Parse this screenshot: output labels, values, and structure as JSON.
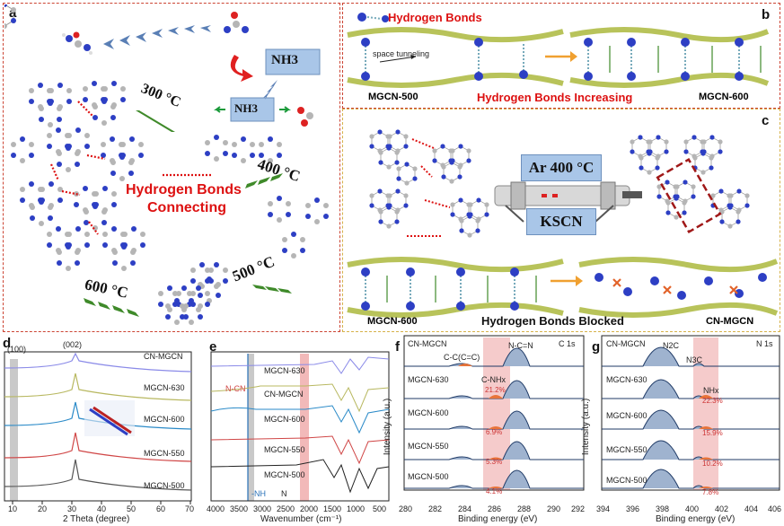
{
  "panels": {
    "a": {
      "letter": "a",
      "nh3_top": "NH3",
      "nh3_mid": "NH3",
      "t300": "300 °C",
      "t400": "400 °C",
      "t500": "500 °C",
      "t600": "600 °C",
      "hb_line1": "Hydrogen Bonds",
      "hb_line2": "Connecting"
    },
    "b": {
      "letter": "b",
      "legend": "Hydrogen Bonds",
      "tunnel": "space tunneling",
      "left": "MGCN-500",
      "mid": "Hydrogen Bonds Increasing",
      "right": "MGCN-600"
    },
    "c": {
      "letter": "c",
      "ar": "Ar 400 °C",
      "kscn": "KSCN",
      "left": "MGCN-600",
      "mid": "Hydrogen Bonds Blocked",
      "right": "CN-MGCN"
    },
    "d": {
      "letter": "d",
      "peak1": "(100)",
      "peak2": "(002)",
      "labels": [
        "CN-MGCN",
        "MGCN-630",
        "MGCN-600",
        "MGCN-550",
        "MGCN-500"
      ],
      "xlabel": "2 Theta (degree)",
      "xticks": [
        "10",
        "20",
        "30",
        "40",
        "50",
        "60",
        "70"
      ]
    },
    "e": {
      "letter": "e",
      "labels": [
        "MGCN-630",
        "CN-MGCN",
        "MGCN-600",
        "MGCN-550",
        "MGCN-500"
      ],
      "ncn": "N-CN",
      "nh": "-NH",
      "n": "N",
      "xlabel": "Wavenumber (cm⁻¹)",
      "xticks": [
        "4000",
        "3500",
        "3000",
        "2500",
        "2000",
        "1500",
        "1000",
        "500"
      ]
    },
    "f": {
      "letter": "f",
      "title": "C 1s",
      "labels": [
        "CN-MGCN",
        "MGCN-630",
        "MGCN-600",
        "MGCN-550",
        "MGCN-500"
      ],
      "cc": "C-C(C=C)",
      "ncn": "N-C=N",
      "cnh": "C-NHx",
      "pcts": [
        "21.2%",
        "6.9%",
        "5.3%",
        "4.1%"
      ],
      "ylabel": "Intensity (a.u.)",
      "xlabel": "Binding energy (eV)",
      "xticks": [
        "280",
        "282",
        "284",
        "286",
        "288",
        "290",
        "292"
      ]
    },
    "g": {
      "letter": "g",
      "title": "N 1s",
      "labels": [
        "CN-MGCN",
        "MGCN-630",
        "MGCN-600",
        "MGCN-550",
        "MGCN-500"
      ],
      "n2c": "N2C",
      "n3c": "N3C",
      "nhx": "NHx",
      "pcts": [
        "22.3%",
        "15.9%",
        "10.2%",
        "7.8%"
      ],
      "ylabel": "Intensity (a.u.)",
      "xlabel": "Binding energy (eV)",
      "xticks": [
        "394",
        "396",
        "398",
        "400",
        "402",
        "404",
        "406"
      ]
    }
  },
  "colors": {
    "frame": "#cc3333",
    "hb_red": "#dd1111",
    "arrow_green": "#3f8a2a",
    "arrow_blue": "#5a7fb5",
    "layer": "#b8c35a",
    "atom_blue": "#2d3fc4",
    "atom_grey": "#b5b5b5",
    "band_grey": "#c9c9c9",
    "band_pink": "#f2b9b9",
    "peak_navy": "#1f3a66",
    "peak_orange": "#e8743a"
  }
}
